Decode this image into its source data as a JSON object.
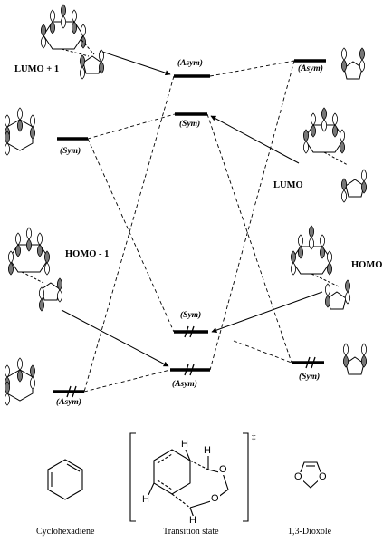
{
  "levels": {
    "ts_top": "(Asym)",
    "ts_second": "(Sym)",
    "ts_third": "(Sym)",
    "ts_bottom": "(Asym)",
    "diene_upper": "(Sym)",
    "diene_lower": "(Asym)",
    "dioxole_upper": "(Asym)",
    "dioxole_lower": "(Sym)"
  },
  "orbital_labels": {
    "lumo_plus_1": "LUMO + 1",
    "homo_minus_1": "HOMO - 1",
    "lumo": "LUMO",
    "homo": "HOMO"
  },
  "structures": {
    "left_name": "Cyclohexadiene",
    "middle_name": "Transition state",
    "right_name": "1,3-Dioxole",
    "ts_dagger": "‡",
    "atoms": {
      "h": "H",
      "o": "O"
    }
  }
}
